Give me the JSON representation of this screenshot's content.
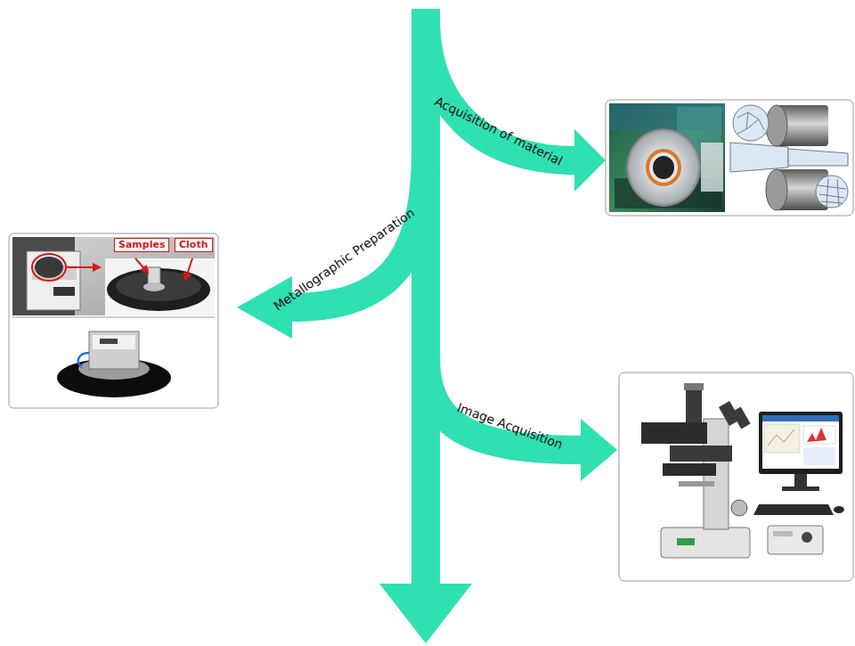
{
  "diagram": {
    "nodes": [
      {
        "text": [
          "Samples"
        ]
      },
      {
        "text": [
          "Cloth"
        ]
      }
    ],
    "labels": [
      "Acquisition of material",
      "Metallographic Preparation",
      "Image Acquisition"
    ]
  }
}
